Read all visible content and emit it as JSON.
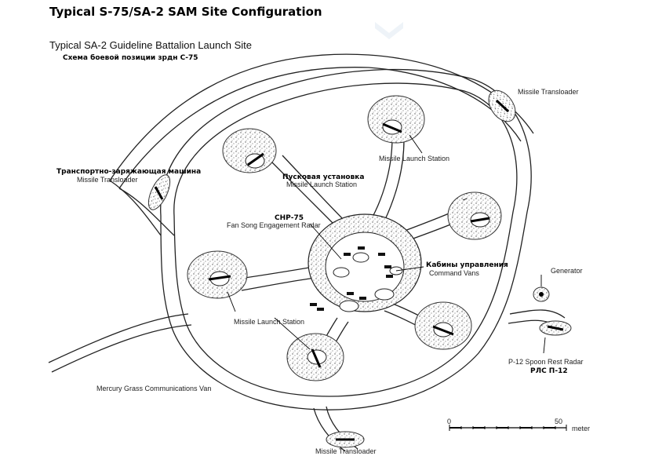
{
  "page_title": "Typical S-75/SA-2 SAM Site Configuration",
  "diagram": {
    "subtitle_en": "Typical SA-2 Guideline Battalion Launch Site",
    "subtitle_ru": "Схема боевой позиции зрдн С-75",
    "labels": {
      "transloader_top_right": "Missile Transloader",
      "transloader_left_ru": "Транспортно-заряжающая машина",
      "transloader_left_en": "Missile Transloader",
      "launcher_ru": "Пусковая установка",
      "launcher_en": "Missile Launch Station",
      "launch_station_top": "Missile Launch Station",
      "radar_ru": "СНР-75",
      "radar_en": "Fan Song Engagement Radar",
      "command_ru": "Кабины управления",
      "command_en": "Command Vans",
      "generator": "Generator",
      "launch_station_bottom": "Missile Launch Station",
      "spoon_rest_en": "P-12 Spoon Rest Radar",
      "spoon_rest_ru": "РЛС П-12",
      "comms_van": "Mercury Grass Communications Van",
      "transloader_bottom": "Missile Transloader"
    },
    "scale": {
      "zero": "0",
      "fifty": "50",
      "unit": "meter"
    }
  }
}
